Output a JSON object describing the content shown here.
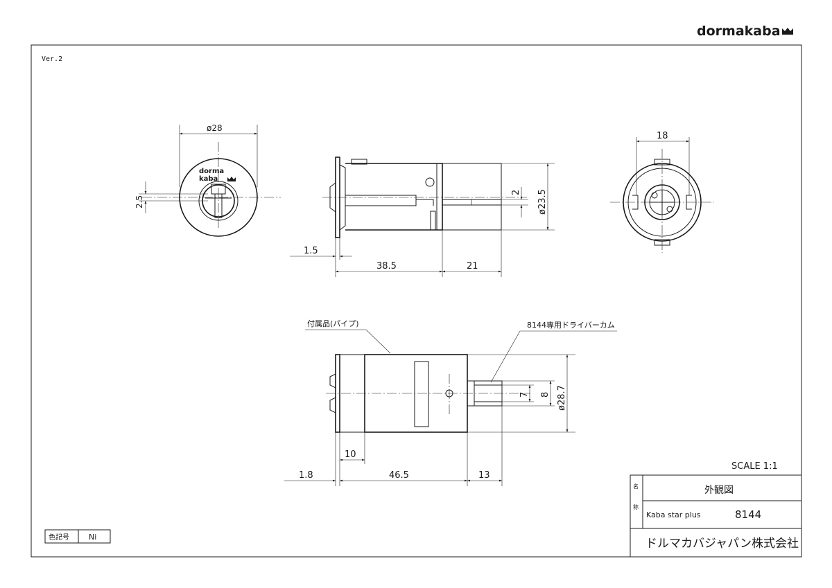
{
  "header": {
    "brand": "dormakaba",
    "version": "Ver.2"
  },
  "views": {
    "front": {
      "dim_diameter": "ø28",
      "dim_offset": "2.5",
      "logo_line1": "dorma",
      "logo_line2": "kaba"
    },
    "side": {
      "dim_flange": "1.5",
      "dim_body": "38.5",
      "dim_tail": "21",
      "dim_tail_height": "2",
      "dim_diameter": "ø23.5"
    },
    "rear": {
      "dim_width": "18"
    },
    "bottom": {
      "callout_pipe": "付属品(パイプ)",
      "callout_cam": "8144専用ドライバーカム",
      "dim_flange": "1.8",
      "dim_body": "46.5",
      "dim_tail": "13",
      "dim_pipe": "10",
      "dim_cam_inner": "7",
      "dim_cam_outer": "8",
      "dim_diameter": "ø28.7"
    }
  },
  "title_block": {
    "scale": "SCALE 1:1",
    "name_label_1": "名",
    "name_label_2": "称",
    "drawing_type": "外観図",
    "product_name": "Kaba star plus",
    "product_code": "8144",
    "company": "ドルマカバジャパン株式会社"
  },
  "color_box": {
    "label": "色記号",
    "value": "Ni"
  }
}
